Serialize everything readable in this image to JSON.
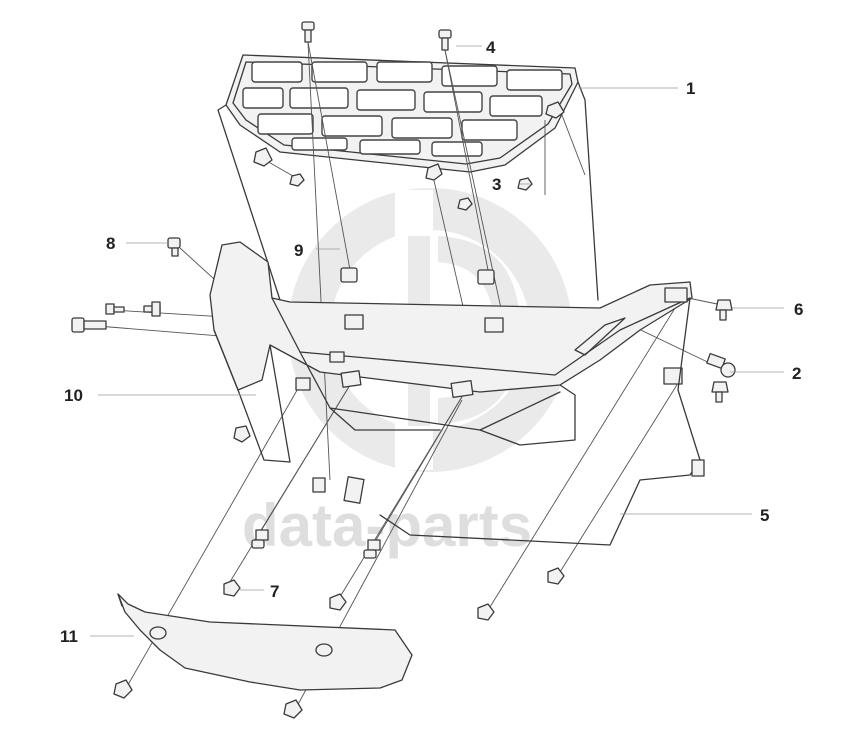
{
  "watermark": {
    "text": "data-parts",
    "color": "#d0d0d0"
  },
  "callouts": [
    {
      "id": "1",
      "label": "1"
    },
    {
      "id": "2",
      "label": "2"
    },
    {
      "id": "3",
      "label": "3"
    },
    {
      "id": "4",
      "label": "4"
    },
    {
      "id": "5",
      "label": "5"
    },
    {
      "id": "6",
      "label": "6"
    },
    {
      "id": "7",
      "label": "7"
    },
    {
      "id": "8",
      "label": "8"
    },
    {
      "id": "9",
      "label": "9"
    },
    {
      "id": "10",
      "label": "10"
    },
    {
      "id": "11",
      "label": "11"
    }
  ]
}
